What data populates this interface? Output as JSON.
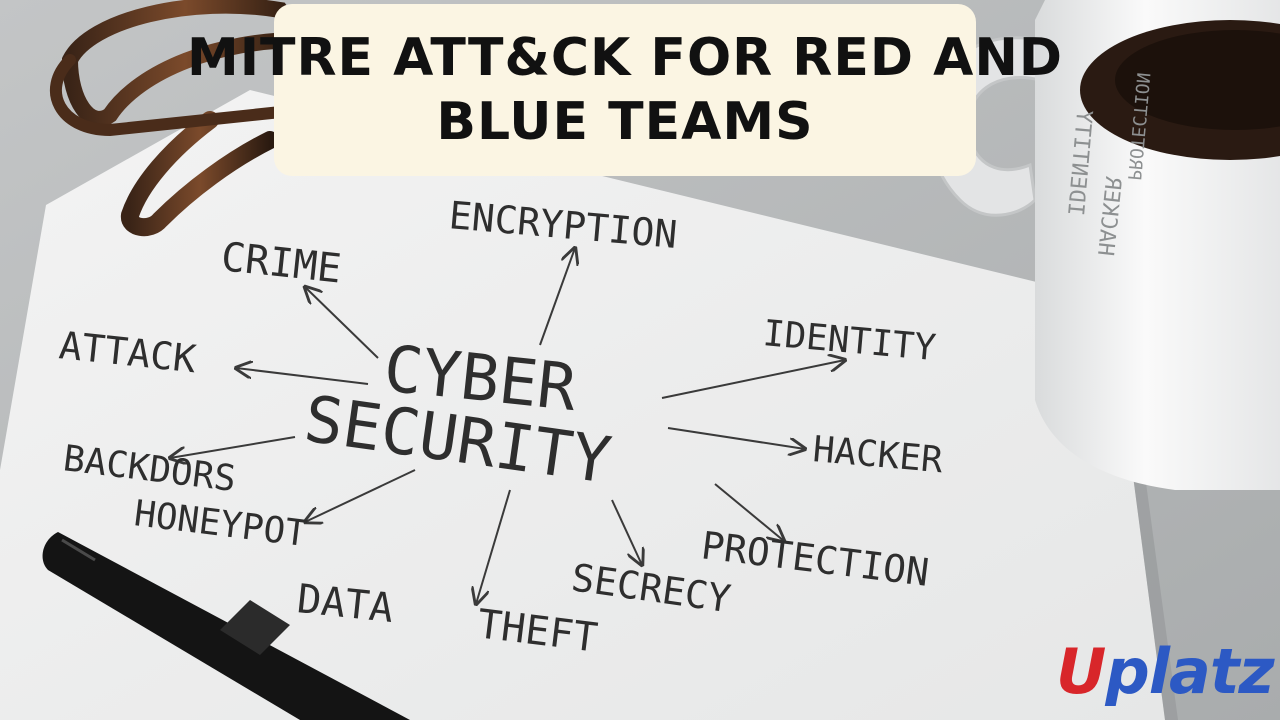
{
  "title": {
    "line1": "MITRE ATT&CK FOR RED AND",
    "line2": "BLUE TEAMS"
  },
  "note": {
    "center_top": "CYBER",
    "center_bottom": "SECURITY",
    "words": {
      "encryption": "ENCRYPTION",
      "crime": "CRIME",
      "attack": "ATTACK",
      "identity": "IDENTITY",
      "hacker": "HACKER",
      "backdors": "BACKDORS",
      "honeypot": "HONEYPOT",
      "protection": "PROTECTION",
      "secrecy": "SECRECY",
      "data": "DATA",
      "theft": "THEFT"
    }
  },
  "cup_print": {
    "identity": "IDENTITY",
    "hacker": "HACKER",
    "protection": "PROTECTION"
  },
  "logo": {
    "first": "U",
    "rest": "platz",
    "colors": {
      "first": "#d8262a",
      "rest": "#2c59c4"
    }
  }
}
